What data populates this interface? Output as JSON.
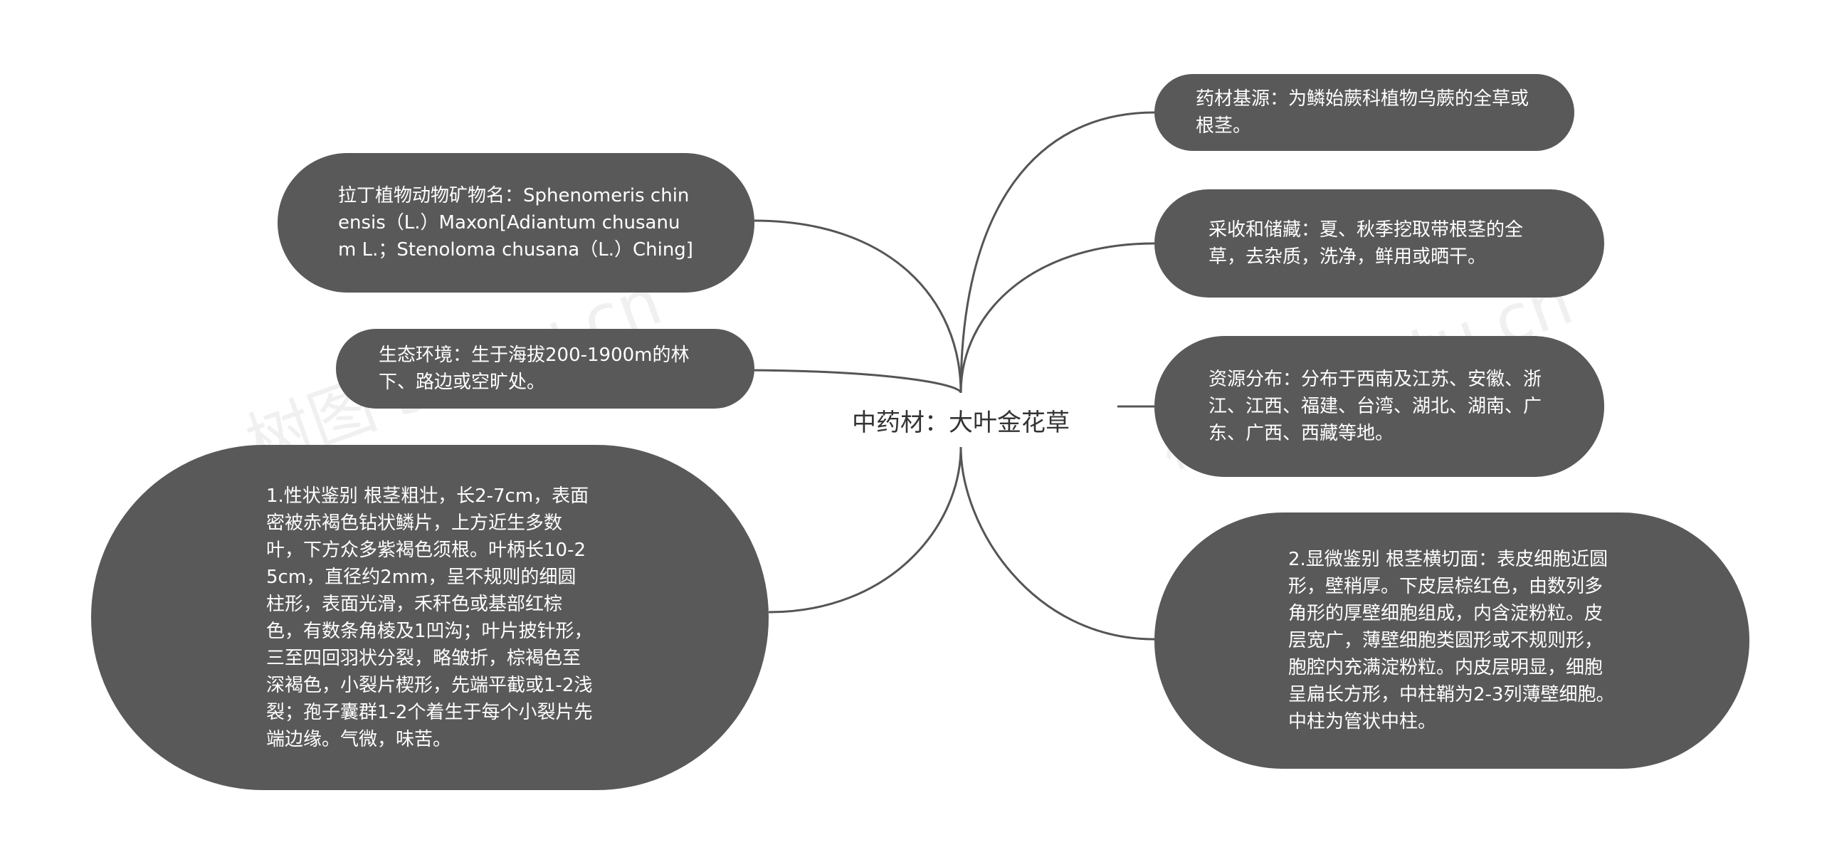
{
  "center": {
    "label": "中药材：大叶金花草"
  },
  "left_nodes": [
    {
      "id": "latin-name",
      "text": "拉丁植物动物矿物名：Sphenomeris chinensis（L.）Maxon[Adiantum chusanum L.；Stenoloma chusana（L.）Ching]"
    },
    {
      "id": "habitat",
      "text": "生态环境：生于海拔200-1900m的林下、路边或空旷处。"
    },
    {
      "id": "character-identification",
      "text": "1.性状鉴别 根茎粗壮，长2-7cm，表面密被赤褐色钻状鳞片，上方近生多数叶，下方众多紫褐色须根。叶柄长10-25cm，直径约2mm，呈不规则的细圆柱形，表面光滑，禾秆色或基部红棕色，有数条角棱及1凹沟；叶片披针形，三至四回羽状分裂，略皱折，棕褐色至深褐色，小裂片楔形，先端平截或1-2浅裂；孢子囊群1-2个着生于每个小裂片先端边缘。气微，味苦。"
    }
  ],
  "right_nodes": [
    {
      "id": "source",
      "text": "药材基源：为鳞始蕨科植物乌蕨的全草或根茎。"
    },
    {
      "id": "harvest-storage",
      "text": "采收和储藏：夏、秋季挖取带根茎的全草，去杂质，洗净，鲜用或晒干。"
    },
    {
      "id": "distribution",
      "text": "资源分布：分布于西南及江苏、安徽、浙江、江西、福建、台湾、湖北、湖南、广东、广西、西藏等地。"
    },
    {
      "id": "microscopic-identification",
      "text": "2.显微鉴别 根茎横切面：表皮细胞近圆形，壁稍厚。下皮层棕红色，由数列多角形的厚壁细胞组成，内含淀粉粒。皮层宽广，薄壁细胞类圆形或不规则形，胞腔内充满淀粉粒。内皮层明显，细胞呈扁长方形，中柱鞘为2-3列薄壁细胞。中柱为管状中柱。"
    }
  ],
  "watermark": {
    "text": "树图 shutu.cn"
  },
  "colors": {
    "node_fill": "#595959",
    "node_text": "#ffffff",
    "connector": "#555555",
    "center_text": "#333333",
    "background": "#ffffff"
  }
}
